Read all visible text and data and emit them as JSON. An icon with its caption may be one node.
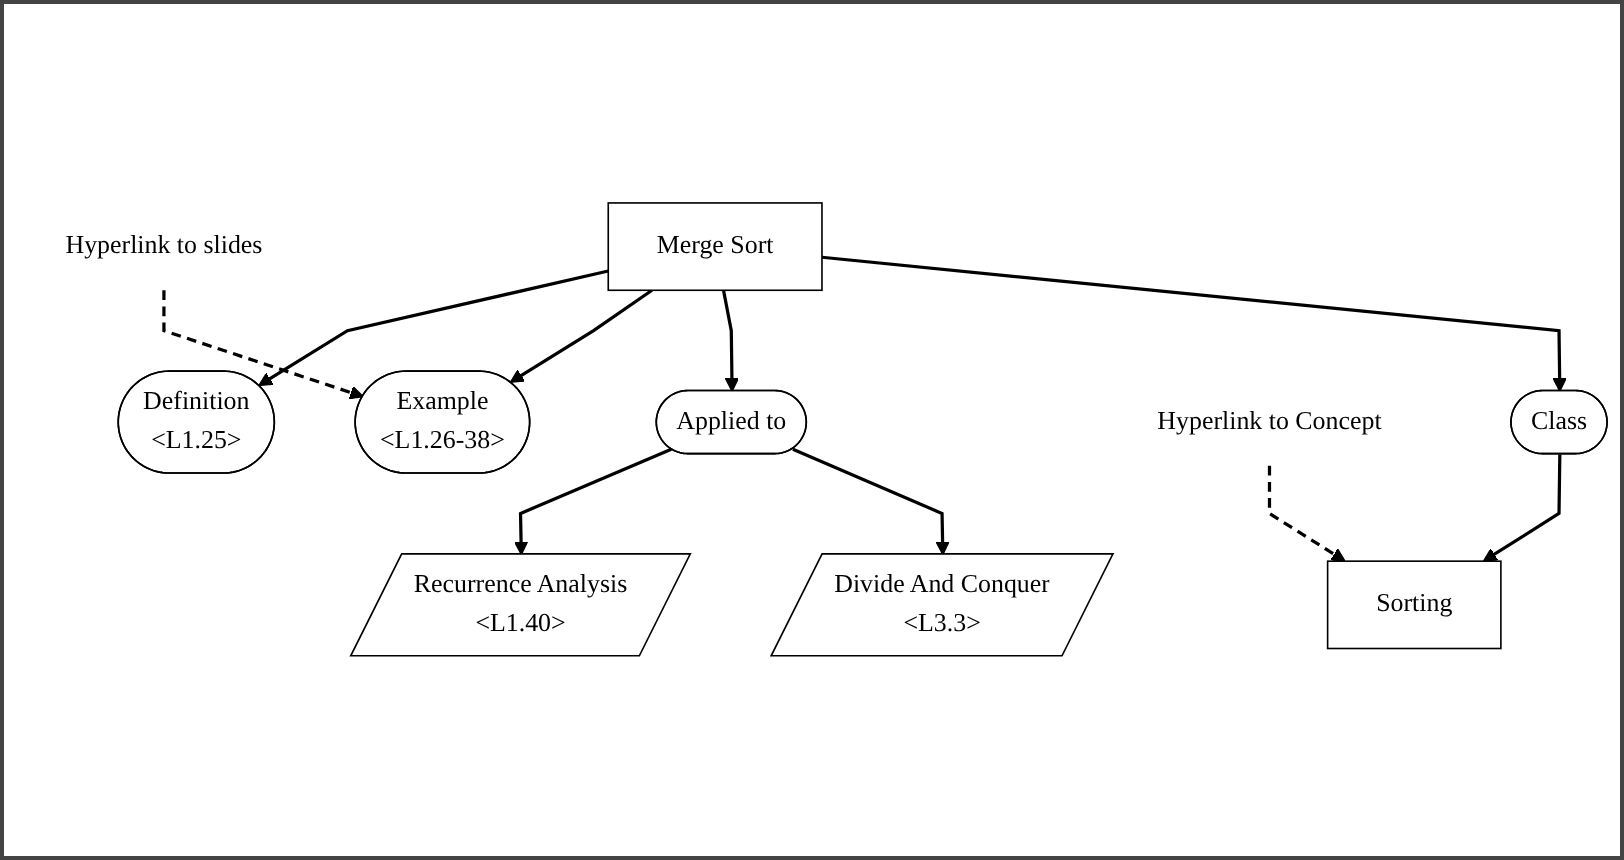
{
  "diagram": {
    "nodes": [
      {
        "text": [
          "Definition",
          "<L1.25>"
        ]
      },
      {
        "text": [
          "Example",
          "<L1.26-38>"
        ]
      },
      {
        "text": [
          "Hyperlink to slides"
        ]
      },
      {
        "text": [
          "Merge Sort"
        ]
      },
      {
        "text": [
          "Applied to"
        ]
      },
      {
        "text": [
          "Hyperlink to Concept"
        ]
      },
      {
        "text": [
          "Class"
        ]
      },
      {
        "text": [
          "Recurrence Analysis",
          "<L1.40>"
        ]
      },
      {
        "text": [
          "Divide And Conquer",
          "<L3.3>"
        ]
      },
      {
        "text": [
          "Sorting"
        ]
      }
    ],
    "edges": [
      {
        "from": 3,
        "to": 0,
        "arrow": "to"
      },
      {
        "from": 3,
        "to": 1,
        "arrow": "to"
      },
      {
        "from": 2,
        "to": 1,
        "arrow": "to",
        "style": "dashed"
      },
      {
        "from": 3,
        "to": 4,
        "arrow": "to"
      },
      {
        "from": 3,
        "to": 6,
        "arrow": "to"
      },
      {
        "from": 6,
        "to": 9,
        "arrow": "to"
      },
      {
        "from": 5,
        "to": 9,
        "arrow": "to",
        "style": "dashed"
      },
      {
        "from": 4,
        "to": 7,
        "arrow": "to"
      },
      {
        "from": 4,
        "to": 8,
        "arrow": "to"
      }
    ]
  }
}
